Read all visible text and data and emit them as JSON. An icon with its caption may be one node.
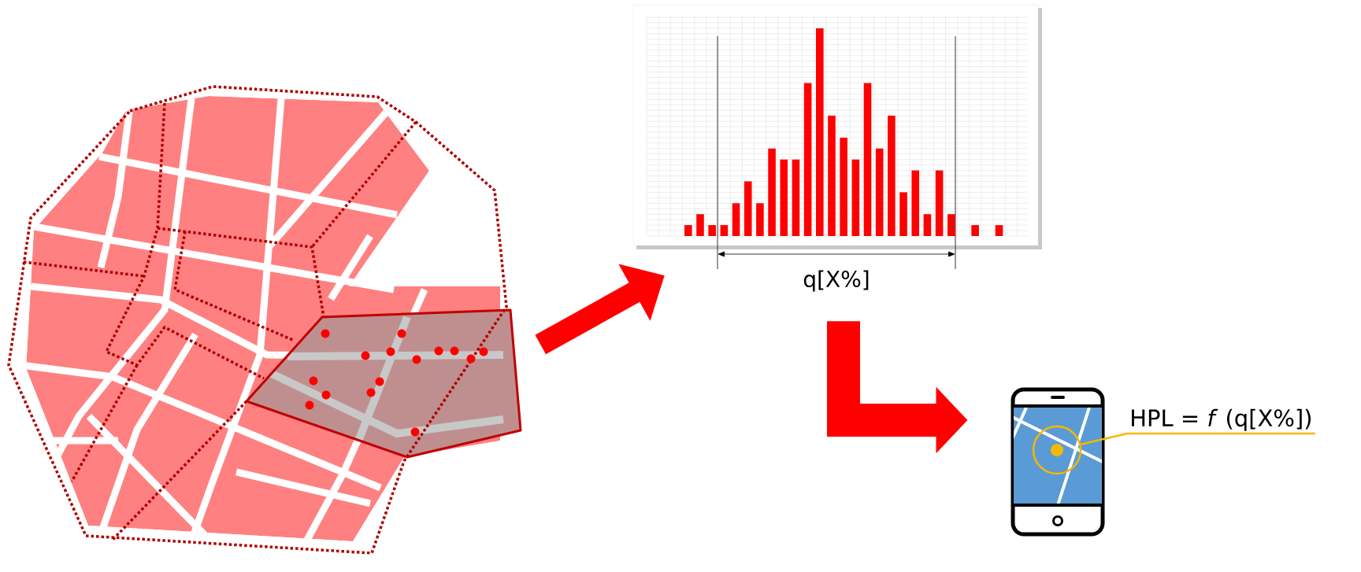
{
  "diagram": {
    "nodes": [
      {
        "text": [],
        "shape": "picture"
      },
      {
        "text": [],
        "shape": "chart"
      },
      {
        "text": [],
        "shape": "phone"
      },
      {
        "text": [],
        "shape": "circle",
        "in": 2
      },
      {
        "text": [
          "HPL = *f* (q[X%])"
        ]
      }
    ],
    "edges": [
      {
        "from": 0,
        "to": 1,
        "arrow": "to"
      },
      {
        "from": 1,
        "to": 2,
        "arrow": "to"
      },
      {
        "from": 4,
        "to": 3,
        "arrow": "none",
        "color": "#f5b800"
      }
    ],
    "labels": [
      "q[X%]"
    ]
  }
}
